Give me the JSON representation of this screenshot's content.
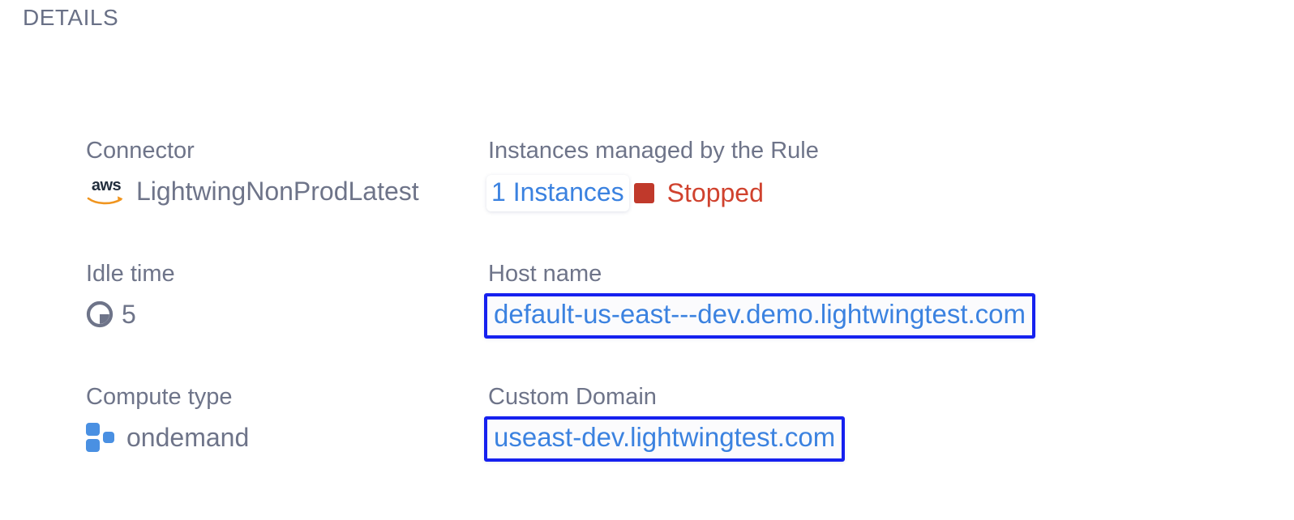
{
  "header": {
    "title": "DETAILS"
  },
  "details": {
    "rows": [
      {
        "left": {
          "label": "Connector",
          "value": "LightwingNonProdLatest",
          "icon": "aws-logo-icon"
        },
        "right": {
          "label": "Instances managed by the Rule",
          "instances_count_label": "1 Instances",
          "status_label": "Stopped",
          "status_color": "#d0422e",
          "status_swatch_color": "#c0392b"
        }
      },
      {
        "left": {
          "label": "Idle time",
          "value": "5",
          "icon": "clock-icon"
        },
        "right": {
          "label": "Host name",
          "value": "default-us-east---dev.demo.lightwingtest.com",
          "highlight_color": "#1621ef"
        }
      },
      {
        "left": {
          "label": "Compute type",
          "value": "ondemand",
          "icon": "compute-blocks-icon"
        },
        "right": {
          "label": "Custom Domain",
          "value": "useast-dev.lightwingtest.com",
          "highlight_color": "#1621ef"
        }
      }
    ]
  },
  "colors": {
    "label_text": "#6e7489",
    "link_blue": "#3b82e0",
    "aws_orange": "#f0951f",
    "aws_navy": "#222e3d",
    "compute_blue": "#4a90e2",
    "page_background": "#ffffff"
  }
}
